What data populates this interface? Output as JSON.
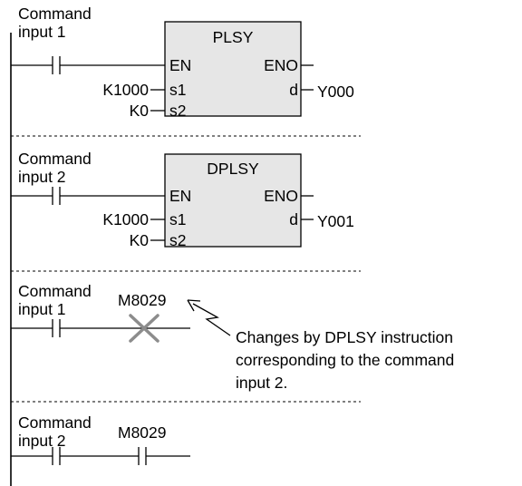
{
  "rungs": [
    {
      "contact_label_1": "Command",
      "contact_label_2": "input 1",
      "block": {
        "name": "PLSY",
        "in_en": "EN",
        "out_eno": "ENO",
        "in_s1": "s1",
        "in_s2": "s2",
        "out_d": "d"
      },
      "s1_value": "K1000",
      "s2_value": "K0",
      "d_value": "Y000"
    },
    {
      "contact_label_1": "Command",
      "contact_label_2": "input 2",
      "block": {
        "name": "DPLSY",
        "in_en": "EN",
        "out_eno": "ENO",
        "in_s1": "s1",
        "in_s2": "s2",
        "out_d": "d"
      },
      "s1_value": "K1000",
      "s2_value": "K0",
      "d_value": "Y001"
    },
    {
      "contact_label_1": "Command",
      "contact_label_2": "input 1",
      "device": "M8029",
      "note_lines": [
        "Changes by DPLSY instruction",
        "corresponding to the command",
        "input 2."
      ]
    },
    {
      "contact_label_1": "Command",
      "contact_label_2": "input 2",
      "device": "M8029"
    }
  ]
}
